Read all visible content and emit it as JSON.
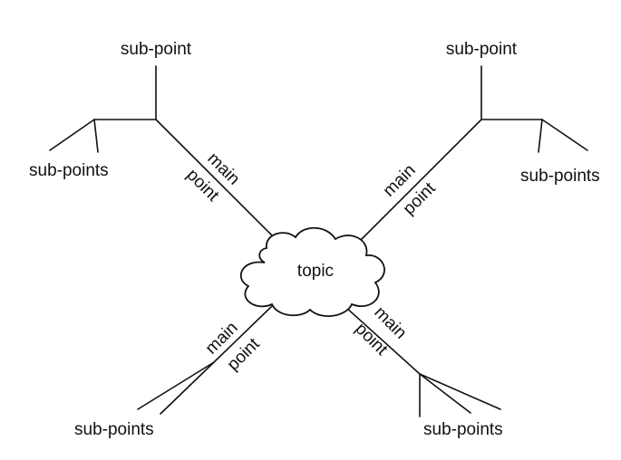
{
  "topic": "topic",
  "branches": {
    "top_left": {
      "main": [
        "main",
        "point"
      ],
      "sub_point": "sub-point",
      "sub_points": "sub-points"
    },
    "top_right": {
      "main": [
        "main",
        "point"
      ],
      "sub_point": "sub-point",
      "sub_points": "sub-points"
    },
    "bottom_left": {
      "main": [
        "main",
        "point"
      ],
      "sub_points": "sub-points"
    },
    "bottom_right": {
      "main": [
        "main",
        "point"
      ],
      "sub_points": "sub-points"
    }
  }
}
